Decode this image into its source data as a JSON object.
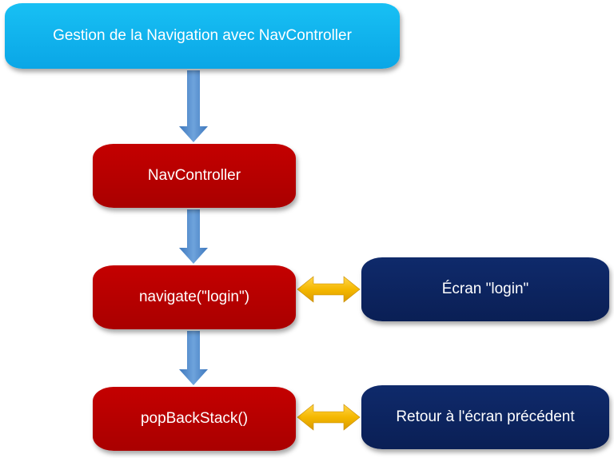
{
  "title": "Gestion de la Navigation avec NavController",
  "nodes": {
    "navcontroller": "NavController",
    "navigate": "navigate(\"login\")",
    "popbackstack": "popBackStack()",
    "ecran_login": "Écran \"login\"",
    "retour": "Retour à l'écran précédent"
  },
  "colors": {
    "title_box": "#0aa6e6",
    "red_box": "#b30000",
    "navy_box": "#0a1f55",
    "down_arrow": "#4a86c8",
    "double_arrow": "#f5b800"
  }
}
